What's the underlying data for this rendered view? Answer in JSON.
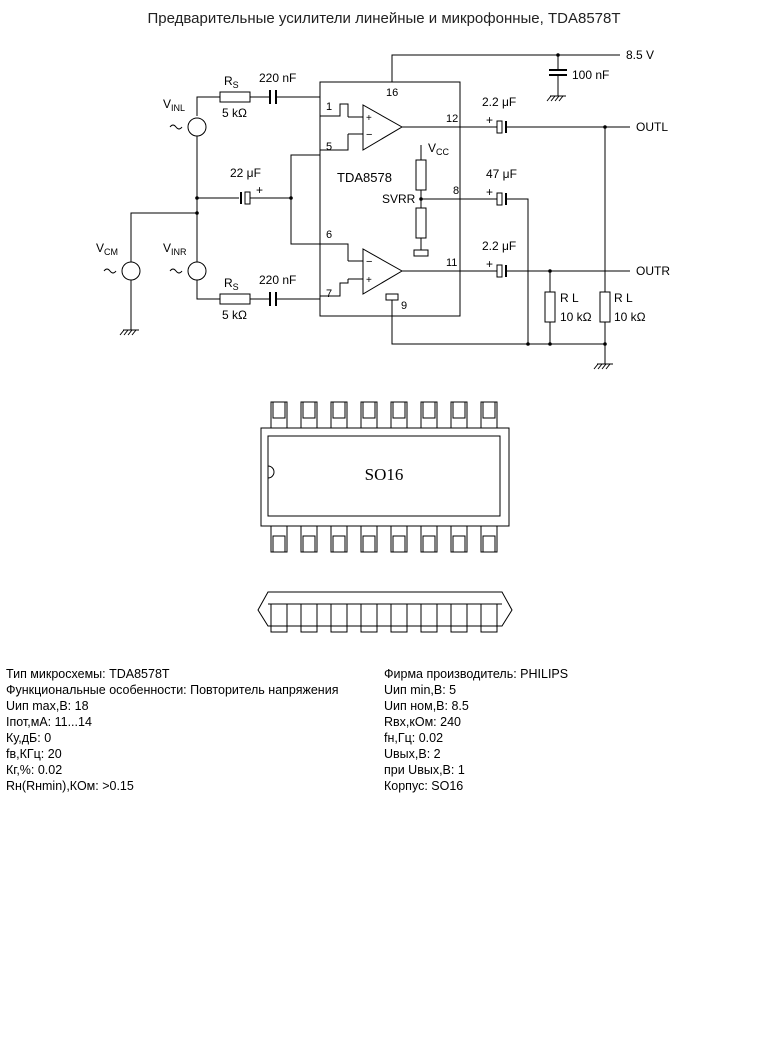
{
  "title": "Предварительные усилители линейные и микрофонные, TDA8578T",
  "schematic": {
    "supply": "8.5 V",
    "c_supply": "100 nF",
    "ic_name": "TDA8578",
    "vcc": "V",
    "vcc_sub": "CC",
    "svrr": "SVRR",
    "vinl": "V",
    "vinl_sub": "INL",
    "vinr": "V",
    "vinr_sub": "INR",
    "vcm": "V",
    "vcm_sub": "CM",
    "rs_top": "R",
    "rs_top_sub": "S",
    "rs_top_val": "5 kΩ",
    "rs_bot": "R",
    "rs_bot_sub": "S",
    "rs_bot_val": "5 kΩ",
    "c_in_top": "220 nF",
    "c_in_bot": "220 nF",
    "c_mid": "22 μF",
    "c_out_l": "2.2 μF",
    "c_svrr": "47 μF",
    "c_out_r": "2.2 μF",
    "outl": "OUTL",
    "outr": "OUTR",
    "rl1": "R L",
    "rl1_val": "10 kΩ",
    "rl2": "R L",
    "rl2_val": "10 kΩ",
    "plus": "+",
    "minus": "−",
    "pins": {
      "p1": "1",
      "p5": "5",
      "p6": "6",
      "p7": "7",
      "p8": "8",
      "p9": "9",
      "p11": "11",
      "p12": "12",
      "p16": "16"
    }
  },
  "package": {
    "label": "SO16"
  },
  "specs_left": [
    "Тип микросхемы: TDA8578T",
    "Функциональные особенности: Повторитель напряжения",
    "Uип max,В: 18",
    "Iпот,мА: 11...14",
    "Ку,дБ: 0",
    "fв,КГц: 20",
    "Кг,%: 0.02",
    "Rн(Rнmin),КОм: >0.15"
  ],
  "specs_right": [
    "Фирма производитель: PHILIPS",
    "Uип min,В: 5",
    "Uип ном,В: 8.5",
    "Rвх,кОм: 240",
    "fн,Гц: 0.02",
    "Uвых,В: 2",
    "при Uвых,В: 1",
    "Корпус: SO16"
  ]
}
